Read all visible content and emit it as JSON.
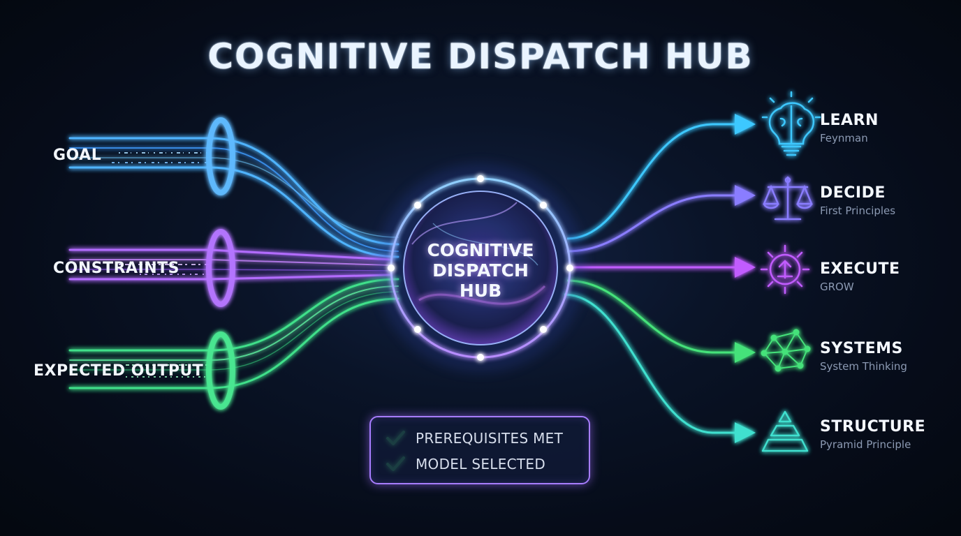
{
  "title": "COGNITIVE DISPATCH HUB",
  "hub": {
    "line1": "COGNITIVE",
    "line2": "DISPATCH",
    "line3": "HUB"
  },
  "inputs": [
    {
      "label": "GOAL",
      "color": "#4fb4ff"
    },
    {
      "label": "CONSTRAINTS",
      "color": "#b36cff"
    },
    {
      "label": "EXPECTED OUTPUT",
      "color": "#3fe08a"
    }
  ],
  "outputs": [
    {
      "title": "LEARN",
      "subtitle": "Feynman",
      "icon": "brain-lightbulb-icon",
      "color": "#3ec8ff"
    },
    {
      "title": "DECIDE",
      "subtitle": "First Principles",
      "icon": "balance-scale-icon",
      "color": "#8a7dff"
    },
    {
      "title": "EXECUTE",
      "subtitle": "GROW",
      "icon": "gear-arrow-icon",
      "color": "#c15cff"
    },
    {
      "title": "SYSTEMS",
      "subtitle": "System Thinking",
      "icon": "network-icon",
      "color": "#45e27a"
    },
    {
      "title": "STRUCTURE",
      "subtitle": "Pyramid Principle",
      "icon": "pyramid-icon",
      "color": "#3fe0cf"
    }
  ],
  "status": [
    {
      "text": "PREREQUISITES MET",
      "icon": "check-icon"
    },
    {
      "text": "MODEL SELECTED",
      "icon": "check-icon"
    }
  ],
  "colors": {
    "background": "#050b16",
    "hub_ring": "#7fb6ff",
    "status_border": "#a77dff",
    "check": "#4fe07a"
  }
}
